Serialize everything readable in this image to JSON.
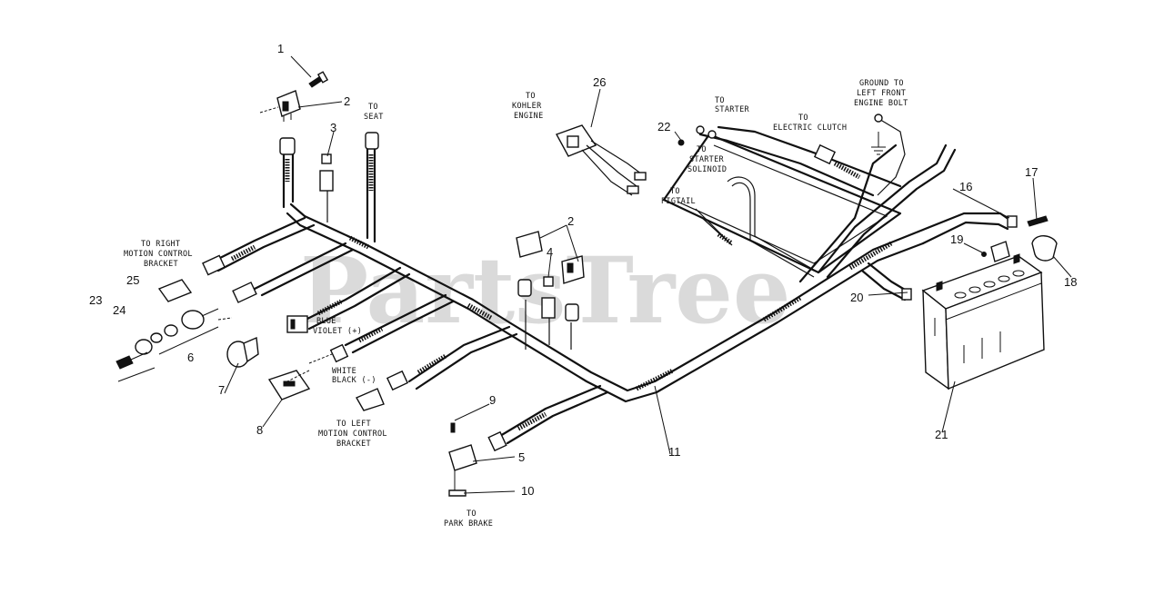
{
  "watermark": "PartsTree",
  "callouts": {
    "n1": "1",
    "n2a": "2",
    "n2b": "2",
    "n3": "3",
    "n4": "4",
    "n5": "5",
    "n6": "6",
    "n7": "7",
    "n8": "8",
    "n9": "9",
    "n10": "10",
    "n11": "11",
    "n16": "16",
    "n17": "17",
    "n18": "18",
    "n19": "19",
    "n20": "20",
    "n21": "21",
    "n22": "22",
    "n23": "23",
    "n24": "24",
    "n25": "25",
    "n26": "26"
  },
  "labels": {
    "to_seat_1": "TO",
    "to_seat_2": "SEAT",
    "kohler_1": "TO",
    "kohler_2": "KOHLER",
    "kohler_3": "ENGINE",
    "starter_1": "TO",
    "starter_2": "STARTER",
    "clutch_1": "TO",
    "clutch_2": "ELECTRIC CLUTCH",
    "ground_1": "GROUND TO",
    "ground_2": "LEFT FRONT",
    "ground_3": "ENGINE BOLT",
    "solenoid_1": "TO",
    "solenoid_2": "STARTER",
    "solenoid_3": "SOLINOID",
    "pigtail_1": "TO",
    "pigtail_2": "PIGTAIL",
    "right_mc_1": "TO RIGHT",
    "right_mc_2": "MOTION CONTROL",
    "right_mc_3": "BRACKET",
    "blue_violet_1": "BLUE",
    "blue_violet_2": "VIOLET (+)",
    "white_black_1": "WHITE",
    "white_black_2": "BLACK (-)",
    "left_mc_1": "TO LEFT",
    "left_mc_2": "MOTION CONTROL",
    "left_mc_3": "BRACKET",
    "park_1": "TO",
    "park_2": "PARK BRAKE"
  }
}
